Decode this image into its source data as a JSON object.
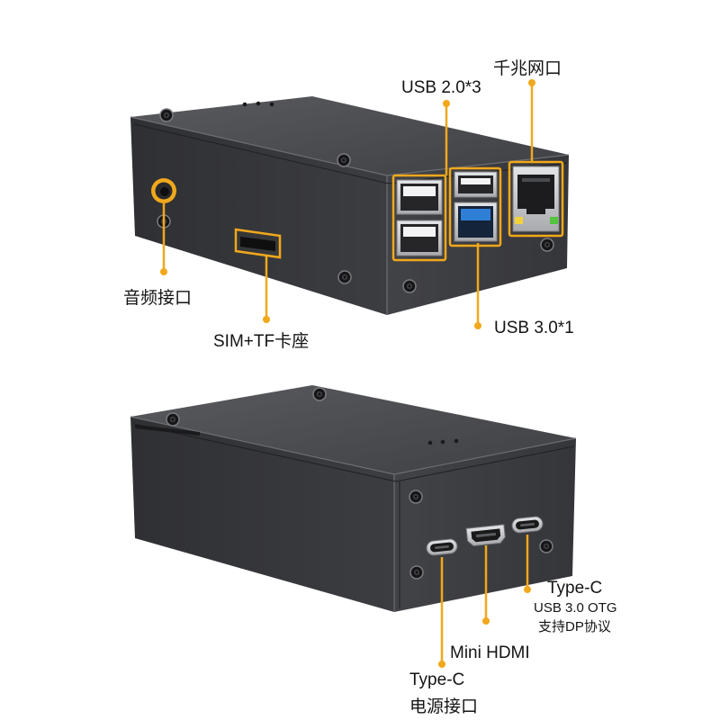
{
  "colors": {
    "callout": "#f0a81c",
    "usb3_port": "#2f7fd6",
    "enclosure": "#3c3d40"
  },
  "top_enclosure": {
    "callouts": {
      "ethernet": "千兆网口",
      "usb2": "USB 2.0*3",
      "audio": "音频接口",
      "sim_tf": "SIM+TF卡座",
      "usb3": "USB 3.0*1"
    }
  },
  "bottom_enclosure": {
    "callouts": {
      "typec_otg_title": "Type-C",
      "typec_otg_line1": "USB 3.0 OTG",
      "typec_otg_line2": "支持DP协议",
      "mini_hdmi": "Mini HDMI",
      "typec_power_title": "Type-C",
      "typec_power_line1": "电源接口"
    }
  }
}
